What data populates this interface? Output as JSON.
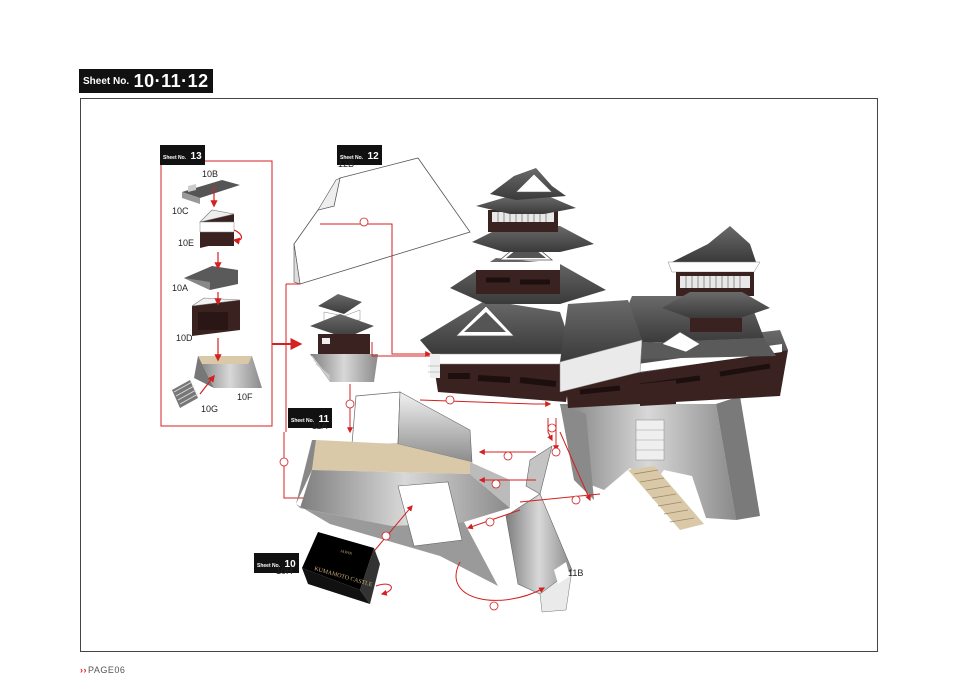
{
  "header": {
    "sheet_prefix": "Sheet No.",
    "sheet_numbers": "10·11·12"
  },
  "sheets": {
    "s13": {
      "prefix": "Sheet No.",
      "number": "13"
    },
    "s12": {
      "prefix": "Sheet No.",
      "number": "12"
    },
    "s11": {
      "prefix": "Sheet No.",
      "number": "11"
    },
    "s10": {
      "prefix": "Sheet No.",
      "number": "10"
    }
  },
  "parts": {
    "p10B": "10B",
    "p10C": "10C",
    "p10E": "10E",
    "p10A": "10A",
    "p10D": "10D",
    "p10F": "10F",
    "p10G": "10G",
    "p12B": "12B",
    "p11A": "11A",
    "p10H": "10H",
    "p11B": "11B"
  },
  "plaque": {
    "top": "JAPAN",
    "main": "KUMAMOTO CASTLE"
  },
  "footer": {
    "arrows": "››",
    "page": "PAGE06"
  },
  "colors": {
    "accent": "#d42020",
    "roof": "#4a4a4a",
    "wall": "#3a2220",
    "stone": "#9a9a9a",
    "frame": "#444444"
  }
}
